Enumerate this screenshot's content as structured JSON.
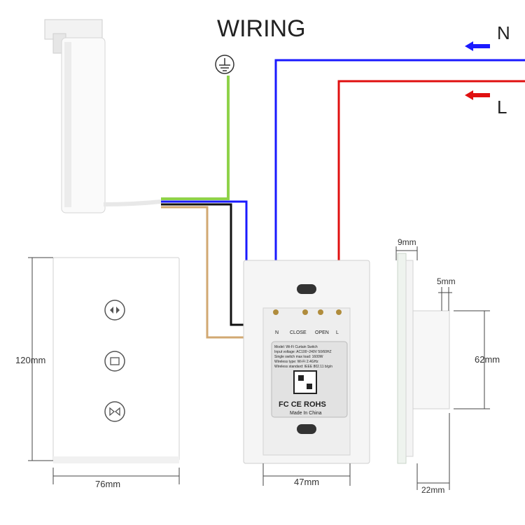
{
  "title": "WIRING",
  "wires": {
    "neutral_label": "N",
    "live_label": "L",
    "neutral_color": "#1a1aff",
    "live_color": "#e01010",
    "earth_color": "#8fd24a",
    "black_color": "#111111",
    "tan_color": "#d2a872"
  },
  "icons": {
    "earth": "earth-ground-icon",
    "arrow_n": "arrow-left-icon",
    "arrow_l": "arrow-left-icon"
  },
  "front_panel": {
    "buttons": [
      "open-curtain-icon",
      "stop-icon",
      "close-curtain-icon"
    ],
    "height_label": "120mm",
    "width_label": "76mm"
  },
  "back_panel": {
    "terminals": [
      "N",
      "CLOSE",
      "OPEN",
      "L"
    ],
    "label_lines": [
      "Model:  Wi-Fi Curtain Switch",
      "Input voltage:  AC100~240V  50/60HZ",
      "Single switch max load:  1600W",
      "Wireless type:  Wi-Fi 2.4GHz",
      "Wireless standard:  IEEE 802.11 b/g/n"
    ],
    "certs": "FC CE ROHS",
    "made_in": "Made In China",
    "width_label": "47mm"
  },
  "side_view": {
    "glass_label": "9mm",
    "depth_label": "5mm",
    "height_label": "62mm",
    "width_label": "22mm"
  }
}
